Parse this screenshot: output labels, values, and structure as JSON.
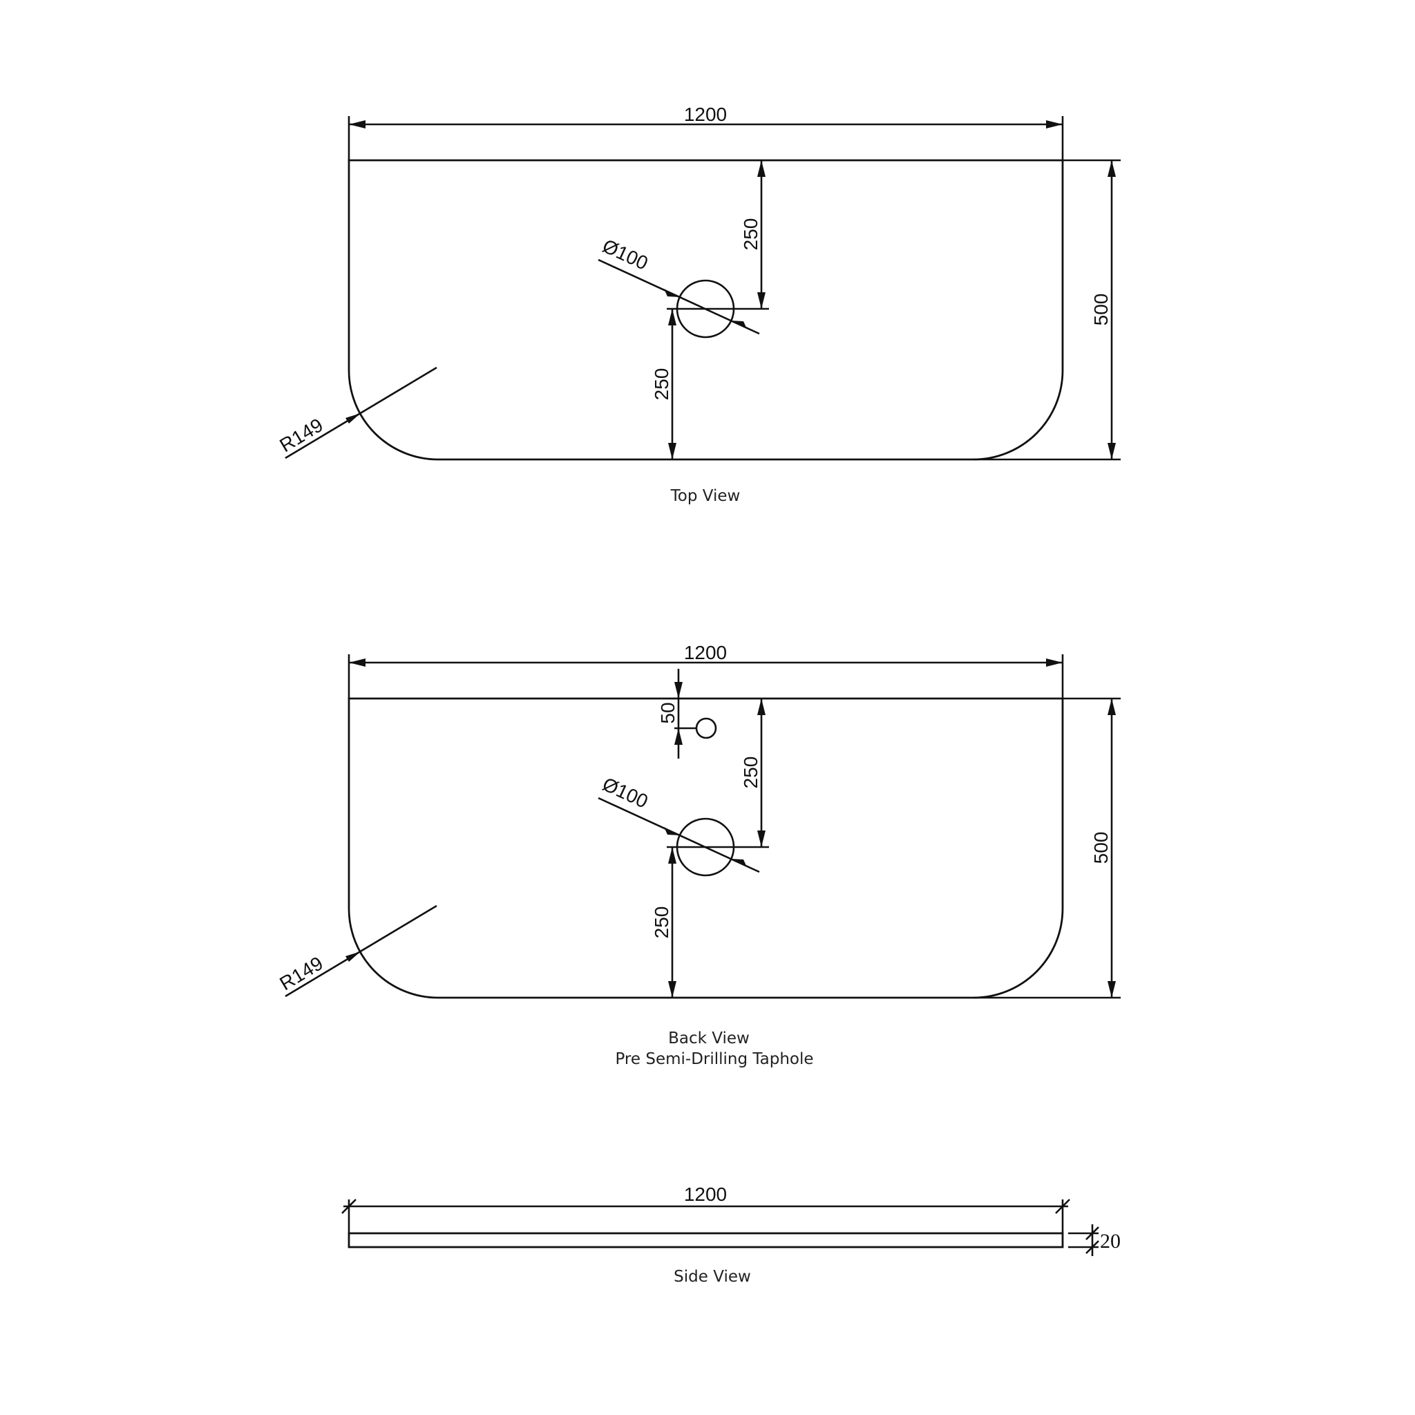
{
  "views": {
    "top": {
      "caption": "Top View",
      "width_label": "1200",
      "height_label": "500",
      "hole_upper_label": "250",
      "hole_lower_label": "250",
      "hole_diameter_label": "Ø100",
      "radius_label": "R149"
    },
    "back": {
      "caption_line1": "Back View",
      "caption_line2": "Pre Semi-Drilling Taphole",
      "width_label": "1200",
      "height_label": "500",
      "taphole_label": "50",
      "hole_upper_label": "250",
      "hole_lower_label": "250",
      "hole_diameter_label": "Ø100",
      "radius_label": "R149"
    },
    "side": {
      "caption": "Side View",
      "width_label": "1200",
      "thickness_label": "20"
    }
  }
}
